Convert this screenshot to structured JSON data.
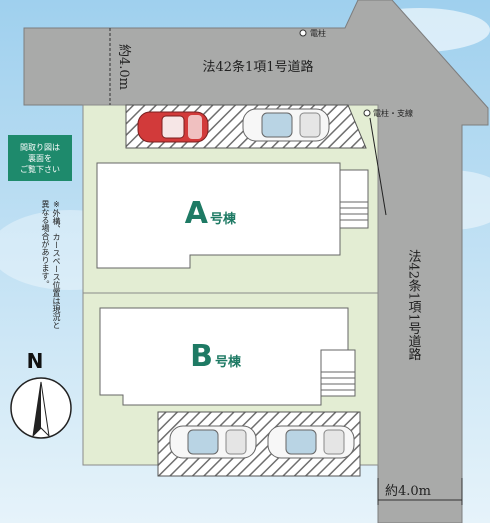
{
  "road_top": {
    "label": "法42条1項1号道路",
    "width_label": "約4.0m"
  },
  "road_right": {
    "label": "法42条1項1号道路",
    "width_label": "約4.0m"
  },
  "poles": {
    "top": "電柱",
    "corner": "電柱・支線"
  },
  "buildings": [
    {
      "letter": "A",
      "suffix": "号棟"
    },
    {
      "letter": "B",
      "suffix": "号棟"
    }
  ],
  "notice_lines": [
    "間取り図は",
    "裏面を",
    "ご覧下さい"
  ],
  "note_text": "※外構、カースペース位置は現況と異なる場合があります。",
  "compass_label": "N",
  "colors": {
    "road": "#a9aaa9",
    "lot": "#e3edd3",
    "building": "#ffffff",
    "accent": "#1e7a64",
    "hatch": "#6f6f6f"
  }
}
